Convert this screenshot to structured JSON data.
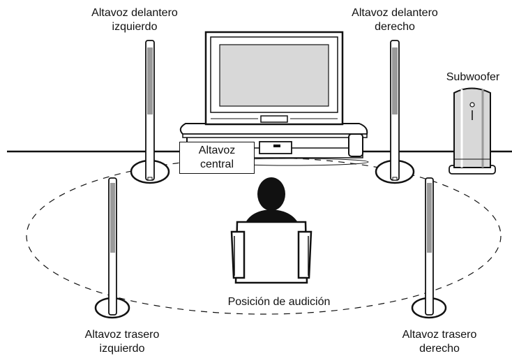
{
  "labels": {
    "front_left": [
      "Altavoz delantero",
      "izquierdo"
    ],
    "front_right": [
      "Altavoz delantero",
      "derecho"
    ],
    "subwoofer": "Subwoofer",
    "center": [
      "Altavoz",
      "central"
    ],
    "listening_position": "Posición de audición",
    "rear_left": [
      "Altavoz trasero",
      "izquierdo"
    ],
    "rear_right": [
      "Altavoz trasero",
      "derecho"
    ]
  },
  "colors": {
    "stroke": "#111111",
    "speaker_shade": "#9a9a9a",
    "screen_gray": "#d8d8d8",
    "background": "#ffffff"
  }
}
